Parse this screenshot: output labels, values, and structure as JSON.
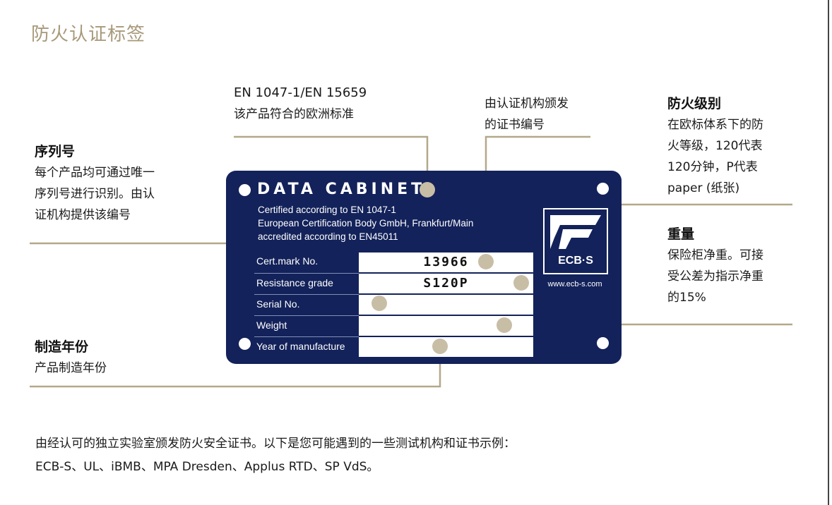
{
  "page_title": "防火认证标签",
  "annotations": {
    "standard": {
      "code": "EN 1047-1/EN 15659",
      "desc": "该产品符合的欧洲标准"
    },
    "cert_number": {
      "line1": "由认证机构颁发",
      "line2": "的证书编号"
    },
    "fire_class": {
      "title": "防火级别",
      "line1": "在欧标体系下的防",
      "line2": "火等级，120代表",
      "line3": "120分钟，P代表",
      "line4": "paper (纸张)"
    },
    "serial": {
      "title": "序列号",
      "line1": "每个产品均可通过唯一",
      "line2": "序列号进行识别。由认",
      "line3": "证机构提供该编号"
    },
    "weight": {
      "title": "重量",
      "line1": "保险柜净重。可接",
      "line2": "受公差为指示净重",
      "line3": "的15%"
    },
    "manufacture": {
      "title": "制造年份",
      "line1": "产品制造年份"
    }
  },
  "plate": {
    "title": "DATA CABINET",
    "cert_line1": "Certified according to EN 1047-1",
    "cert_line2": "European Certification Body GmbH, Frankfurt/Main",
    "cert_line3": "accredited according to EN45011",
    "rows": [
      {
        "label": "Cert.mark No.",
        "value": "13966"
      },
      {
        "label": "Resistance grade",
        "value": "S120P"
      },
      {
        "label": "Serial No.",
        "value": ""
      },
      {
        "label": "Weight",
        "value": ""
      },
      {
        "label": "Year of manufacture",
        "value": ""
      }
    ],
    "logo_text": "ECB·S",
    "logo_url": "www.ecb-s.com"
  },
  "footer": {
    "line1": "由经认可的独立实验室颁发防火安全证书。以下是您可能遇到的一些测试机构和证书示例：",
    "line2": "ECB-S、UL、iBMB、MPA Dresden、Applus RTD、SP VdS。"
  },
  "colors": {
    "plate_navy": "#13225a",
    "accent_tan": "#a8997a",
    "dot": "#c8bea6"
  }
}
